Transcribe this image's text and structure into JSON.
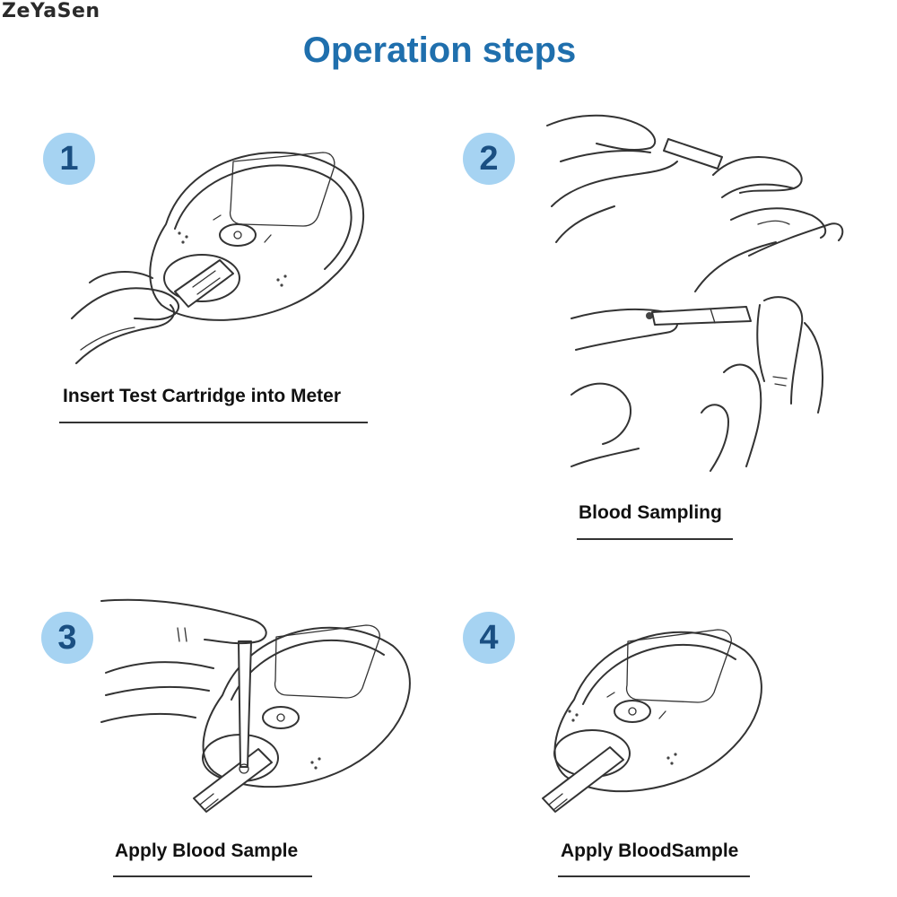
{
  "brand": "ZeYaSen",
  "title": "Operation steps",
  "steps": [
    {
      "number": "1",
      "label": "Insert Test Cartridge into Meter"
    },
    {
      "number": "2",
      "label": "Blood Sampling"
    },
    {
      "number": "3",
      "label": "Apply Blood Sample"
    },
    {
      "number": "4",
      "label": "Apply BloodSample"
    }
  ],
  "colors": {
    "title": "#1f6fad",
    "badge": "#a6d3f2",
    "badge_text": "#1a4f82"
  }
}
